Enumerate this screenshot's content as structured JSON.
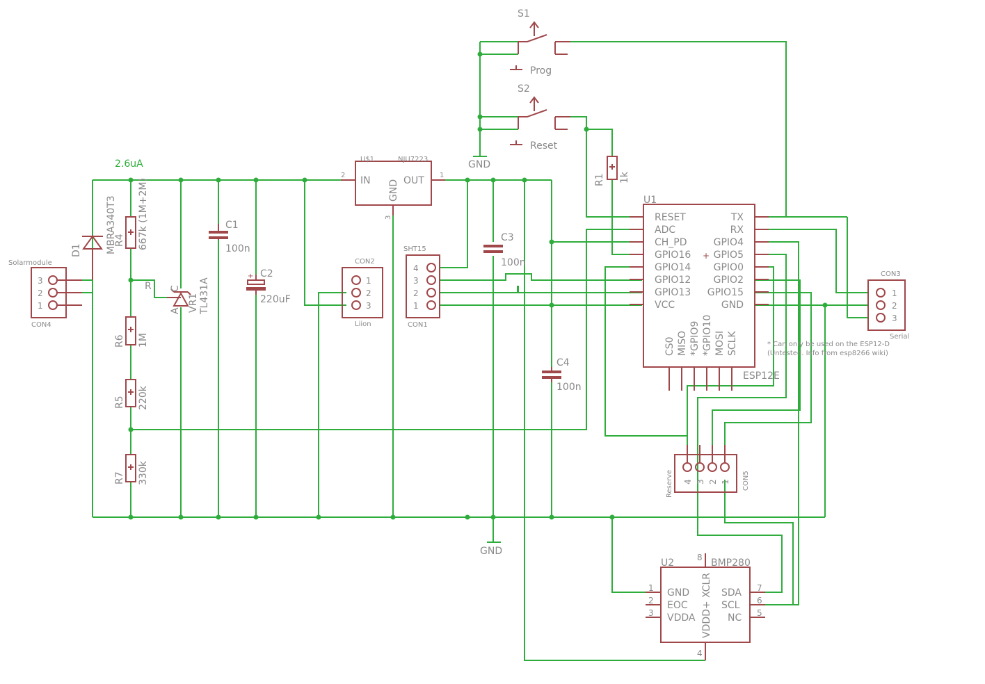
{
  "switches": {
    "s1": {
      "name": "S1",
      "label": "Prog"
    },
    "s2": {
      "name": "S2",
      "label": "Reset"
    },
    "gnd_top": "GND"
  },
  "power": {
    "current_label": "2.6uA",
    "gnd_bottom": "GND"
  },
  "con4": {
    "ref": "CON4",
    "title": "Solarmodule",
    "pins": [
      "3",
      "2",
      "1"
    ]
  },
  "d1": {
    "ref": "D1",
    "value": "MBRA340T3"
  },
  "r4": {
    "ref": "R4",
    "value": "667k (1M+2M)"
  },
  "r6": {
    "ref": "R6",
    "value": "1M"
  },
  "r5": {
    "ref": "R5",
    "value": "220k"
  },
  "r7": {
    "ref": "R7",
    "value": "330k"
  },
  "vr1": {
    "ref": "VR1",
    "value": "TL431A",
    "pin_r": "R",
    "pin_a": "A",
    "pin_c": "C"
  },
  "c1": {
    "ref": "C1",
    "value": "100n"
  },
  "c2": {
    "ref": "C2",
    "value": "220uF"
  },
  "c3": {
    "ref": "C3",
    "value": "100n"
  },
  "c4": {
    "ref": "C4",
    "value": "100n"
  },
  "us1": {
    "ref": "U$1",
    "value": "NJU7223",
    "in": "IN",
    "out": "OUT",
    "gnd": "GND",
    "pin_in": "2",
    "pin_out": "1",
    "pin_gnd": "3"
  },
  "con2": {
    "title": "CON2",
    "label": "Liion",
    "pins": [
      "1",
      "2",
      "3"
    ]
  },
  "con1": {
    "title": "SHT15",
    "label": "CON1",
    "pins": [
      "4",
      "3",
      "2",
      "1"
    ]
  },
  "r1": {
    "ref": "R1",
    "value": "1k"
  },
  "u1": {
    "ref": "U1",
    "value": "ESP12E",
    "left_pins": [
      "RESET",
      "ADC",
      "CH_PD",
      "GPIO16",
      "GPIO14",
      "GPIO12",
      "GPIO13",
      "VCC"
    ],
    "right_pins": [
      "TX",
      "RX",
      "GPIO4",
      "GPIO5",
      "GPIO0",
      "GPIO2",
      "GPIO15",
      "GND"
    ],
    "bottom_pins": [
      "CS0",
      "MISO",
      "*GPIO9",
      "*GPIO10",
      "MOSI",
      "SCLK"
    ]
  },
  "note": {
    "line1": "* Can only be used on the ESP12-D",
    "line2": "(Untested. Info from esp8266 wiki)"
  },
  "con3": {
    "title": "CON3",
    "label": "Serial",
    "pins": [
      "1",
      "2",
      "3"
    ]
  },
  "con5": {
    "label": "Reserve",
    "title": "CON5",
    "pins": [
      "4",
      "3",
      "2",
      "1"
    ]
  },
  "u2": {
    "ref": "U2",
    "value": "BMP280",
    "left_pins": [
      "GND",
      "EOC",
      "VDDA"
    ],
    "left_nums": [
      "1",
      "2",
      "3"
    ],
    "right_pins": [
      "SDA",
      "SCL",
      "NC"
    ],
    "right_nums": [
      "7",
      "6",
      "5"
    ],
    "top_pin": "VDDD+ XCLR",
    "top_num": "8",
    "bottom_num": "4"
  }
}
